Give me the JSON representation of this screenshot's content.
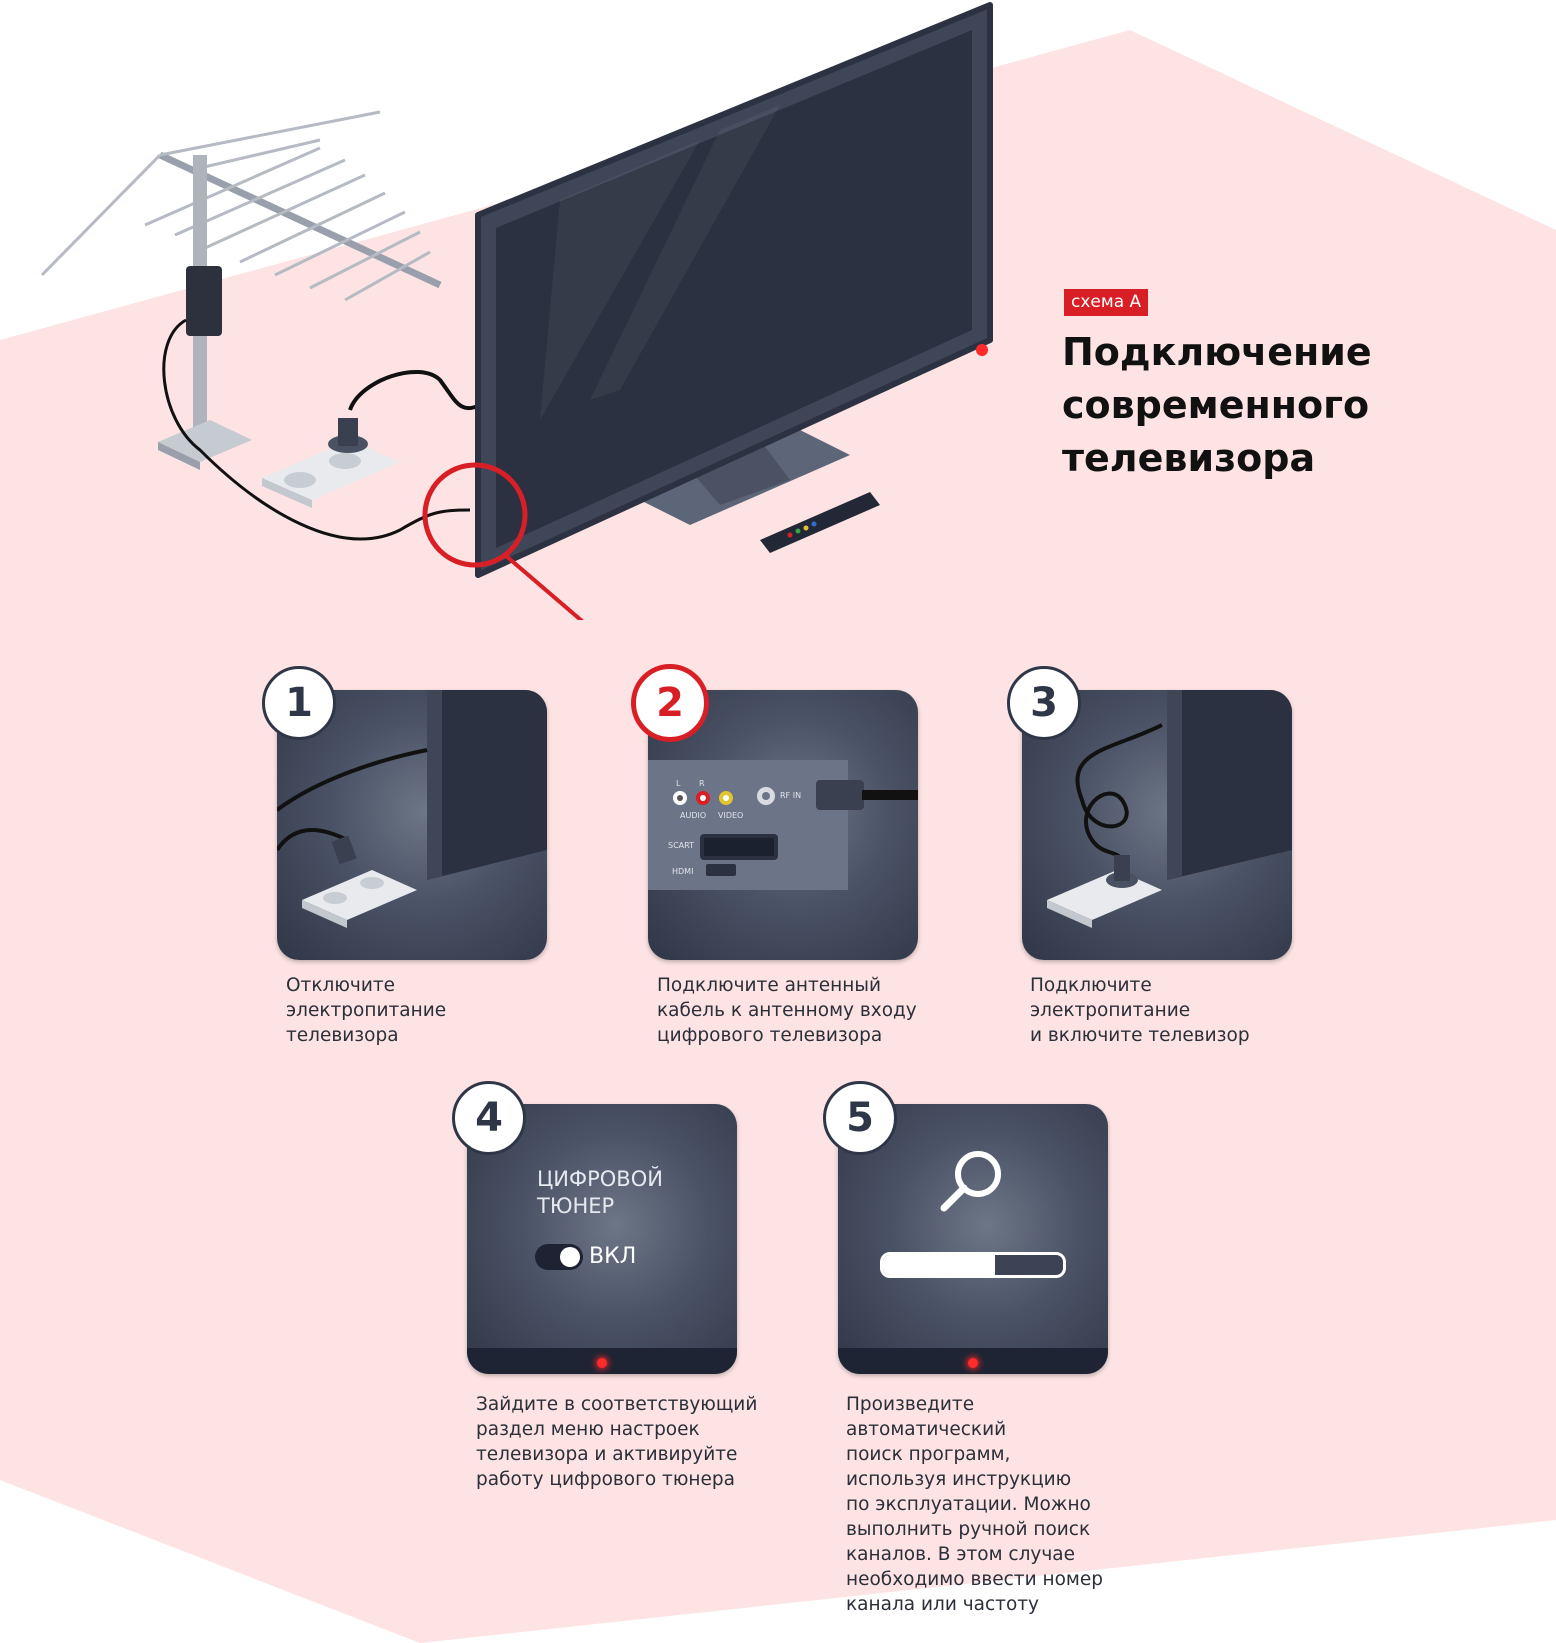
{
  "scheme_label": "схема А",
  "title_lines": [
    "Подключение",
    "современного",
    "телевизора"
  ],
  "steps": [
    {
      "number": "1",
      "caption": "Отключите\nэлектропитание\nтелевизора"
    },
    {
      "number": "2",
      "caption": "Подключите антенный\nкабель к антенному входу\nцифрового телевизора"
    },
    {
      "number": "3",
      "caption": "Подключите\nэлектропитание\nи включите телевизор"
    },
    {
      "number": "4",
      "caption": "Зайдите в соответствующий\nраздел меню настроек\nтелевизора и активируйте\nработу цифрового тюнера"
    },
    {
      "number": "5",
      "caption": "Произведите\nавтоматический\n поиск программ,\nиспользуя инструкцию\nпо эксплуатации. Можно\nвыполнить ручной поиск\nканалов. В этом случае\nнеобходимо ввести номер\nканала или частоту"
    }
  ],
  "ports": {
    "audio": "AUDIO",
    "video": "VIDEO",
    "rf_in": "RF IN",
    "scart": "SCART",
    "hdmi": "HDMI",
    "l": "L",
    "r": "R"
  },
  "tuner_screen": {
    "title": "ЦИФРОВОЙ\nТЮНЕР",
    "toggle_label": "ВКЛ",
    "toggle_on": true
  },
  "search_screen": {
    "icon": "magnifier-icon",
    "progress": 0.62
  },
  "colors": {
    "accent_red": "#d91f26",
    "background_pink": "#fde3e3",
    "panel_dark": "#2f3647",
    "tv_frame": "#3e4658"
  }
}
